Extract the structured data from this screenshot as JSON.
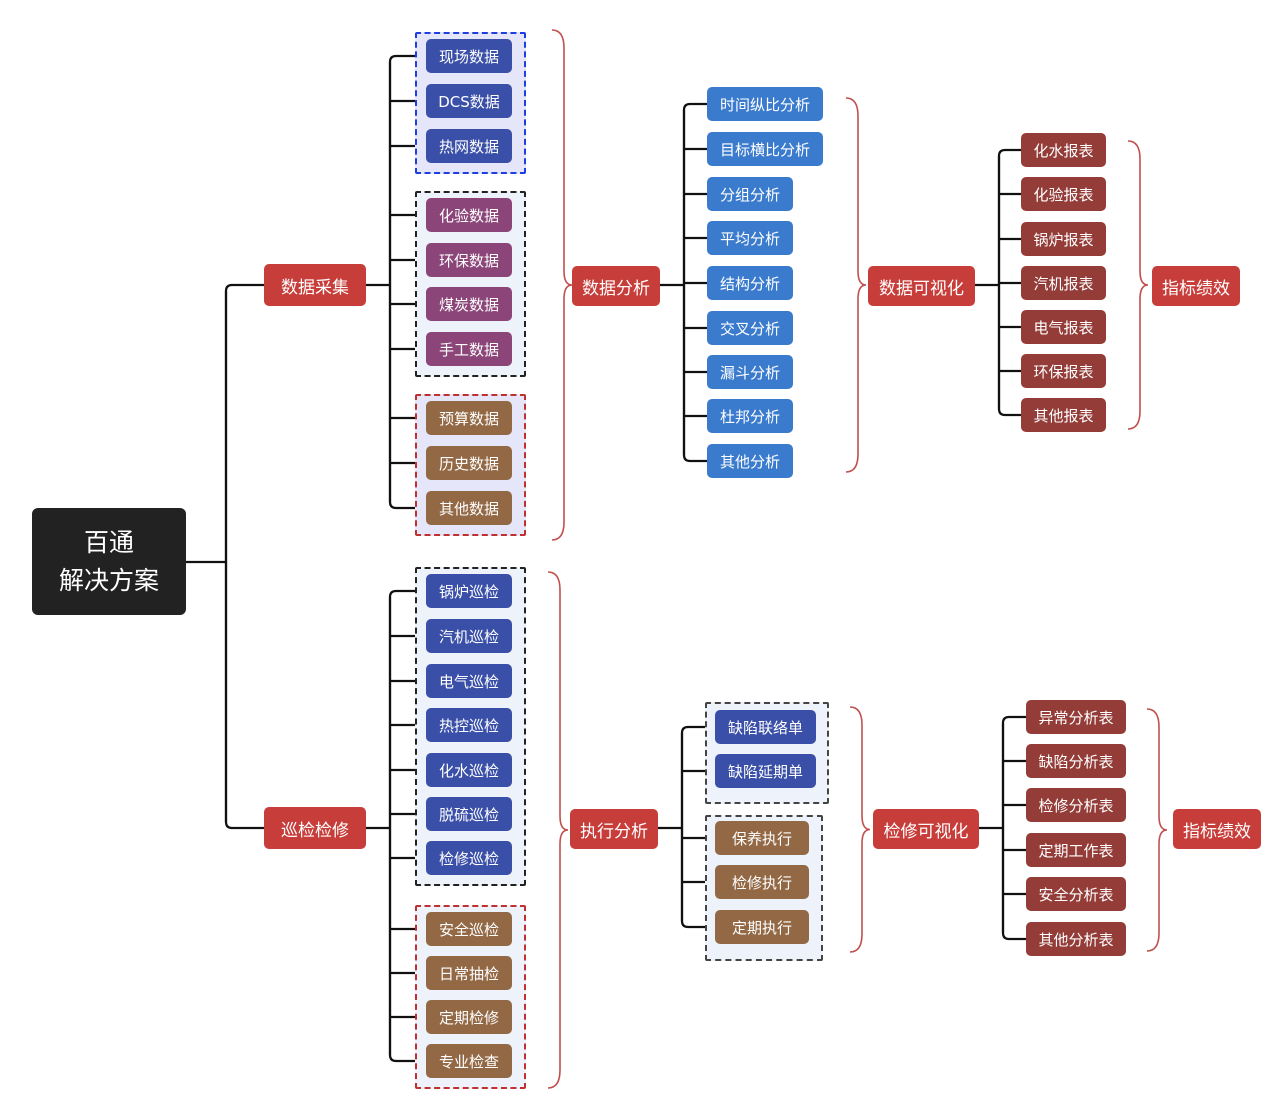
{
  "title": "百通解决方案",
  "colors": {
    "root": "#222222",
    "main": "#c73d3a",
    "blue_dark": "#3a4fa8",
    "purple": "#8b4579",
    "brown": "#936845",
    "blue_light": "#3a7bce",
    "maroon": "#933c38",
    "brace": "#c0504d",
    "line": "#111111"
  },
  "root": {
    "line1": "百通",
    "line2": "解决方案"
  },
  "branches": [
    {
      "label": "数据采集",
      "groups": [
        {
          "border": "#1f3ee0",
          "fill": "#e6e6fa",
          "color": "blue_dark",
          "items": [
            "现场数据",
            "DCS数据",
            "热网数据"
          ]
        },
        {
          "border": "#222222",
          "fill": "#eef3fb",
          "color": "purple",
          "items": [
            "化验数据",
            "环保数据",
            "煤炭数据",
            "手工数据"
          ]
        },
        {
          "border": "#c0302f",
          "fill": "#e6e6fa",
          "color": "brown",
          "items": [
            "预算数据",
            "历史数据",
            "其他数据"
          ]
        }
      ],
      "analysis": {
        "label": "数据分析",
        "items": [
          "时间纵比分析",
          "目标横比分析",
          "分组分析",
          "平均分析",
          "结构分析",
          "交叉分析",
          "漏斗分析",
          "杜邦分析",
          "其他分析"
        ]
      },
      "visual": {
        "label": "数据可视化",
        "items": [
          "化水报表",
          "化验报表",
          "锅炉报表",
          "汽机报表",
          "电气报表",
          "环保报表",
          "其他报表"
        ]
      },
      "kpi": "指标绩效"
    },
    {
      "label": "巡检检修",
      "groups": [
        {
          "border": "#222222",
          "fill": "#eef3fb",
          "color": "blue_dark",
          "items": [
            "锅炉巡检",
            "汽机巡检",
            "电气巡检",
            "热控巡检",
            "化水巡检",
            "脱硫巡检",
            "检修巡检"
          ]
        },
        {
          "border": "#c0302f",
          "fill": "#eef3fb",
          "color": "brown",
          "items": [
            "安全巡检",
            "日常抽检",
            "定期检修",
            "专业检查"
          ]
        }
      ],
      "analysis": {
        "label": "执行分析",
        "groups": [
          {
            "border": "#444444",
            "fill": "#eef3fb",
            "color": "blue_dark",
            "items": [
              "缺陷联络单",
              "缺陷延期单"
            ]
          },
          {
            "border": "#444444",
            "fill": "#eef3fb",
            "color": "brown",
            "items": [
              "保养执行",
              "检修执行",
              "定期执行"
            ]
          }
        ]
      },
      "visual": {
        "label": "检修可视化",
        "items": [
          "异常分析表",
          "缺陷分析表",
          "检修分析表",
          "定期工作表",
          "安全分析表",
          "其他分析表"
        ]
      },
      "kpi": "指标绩效"
    }
  ]
}
